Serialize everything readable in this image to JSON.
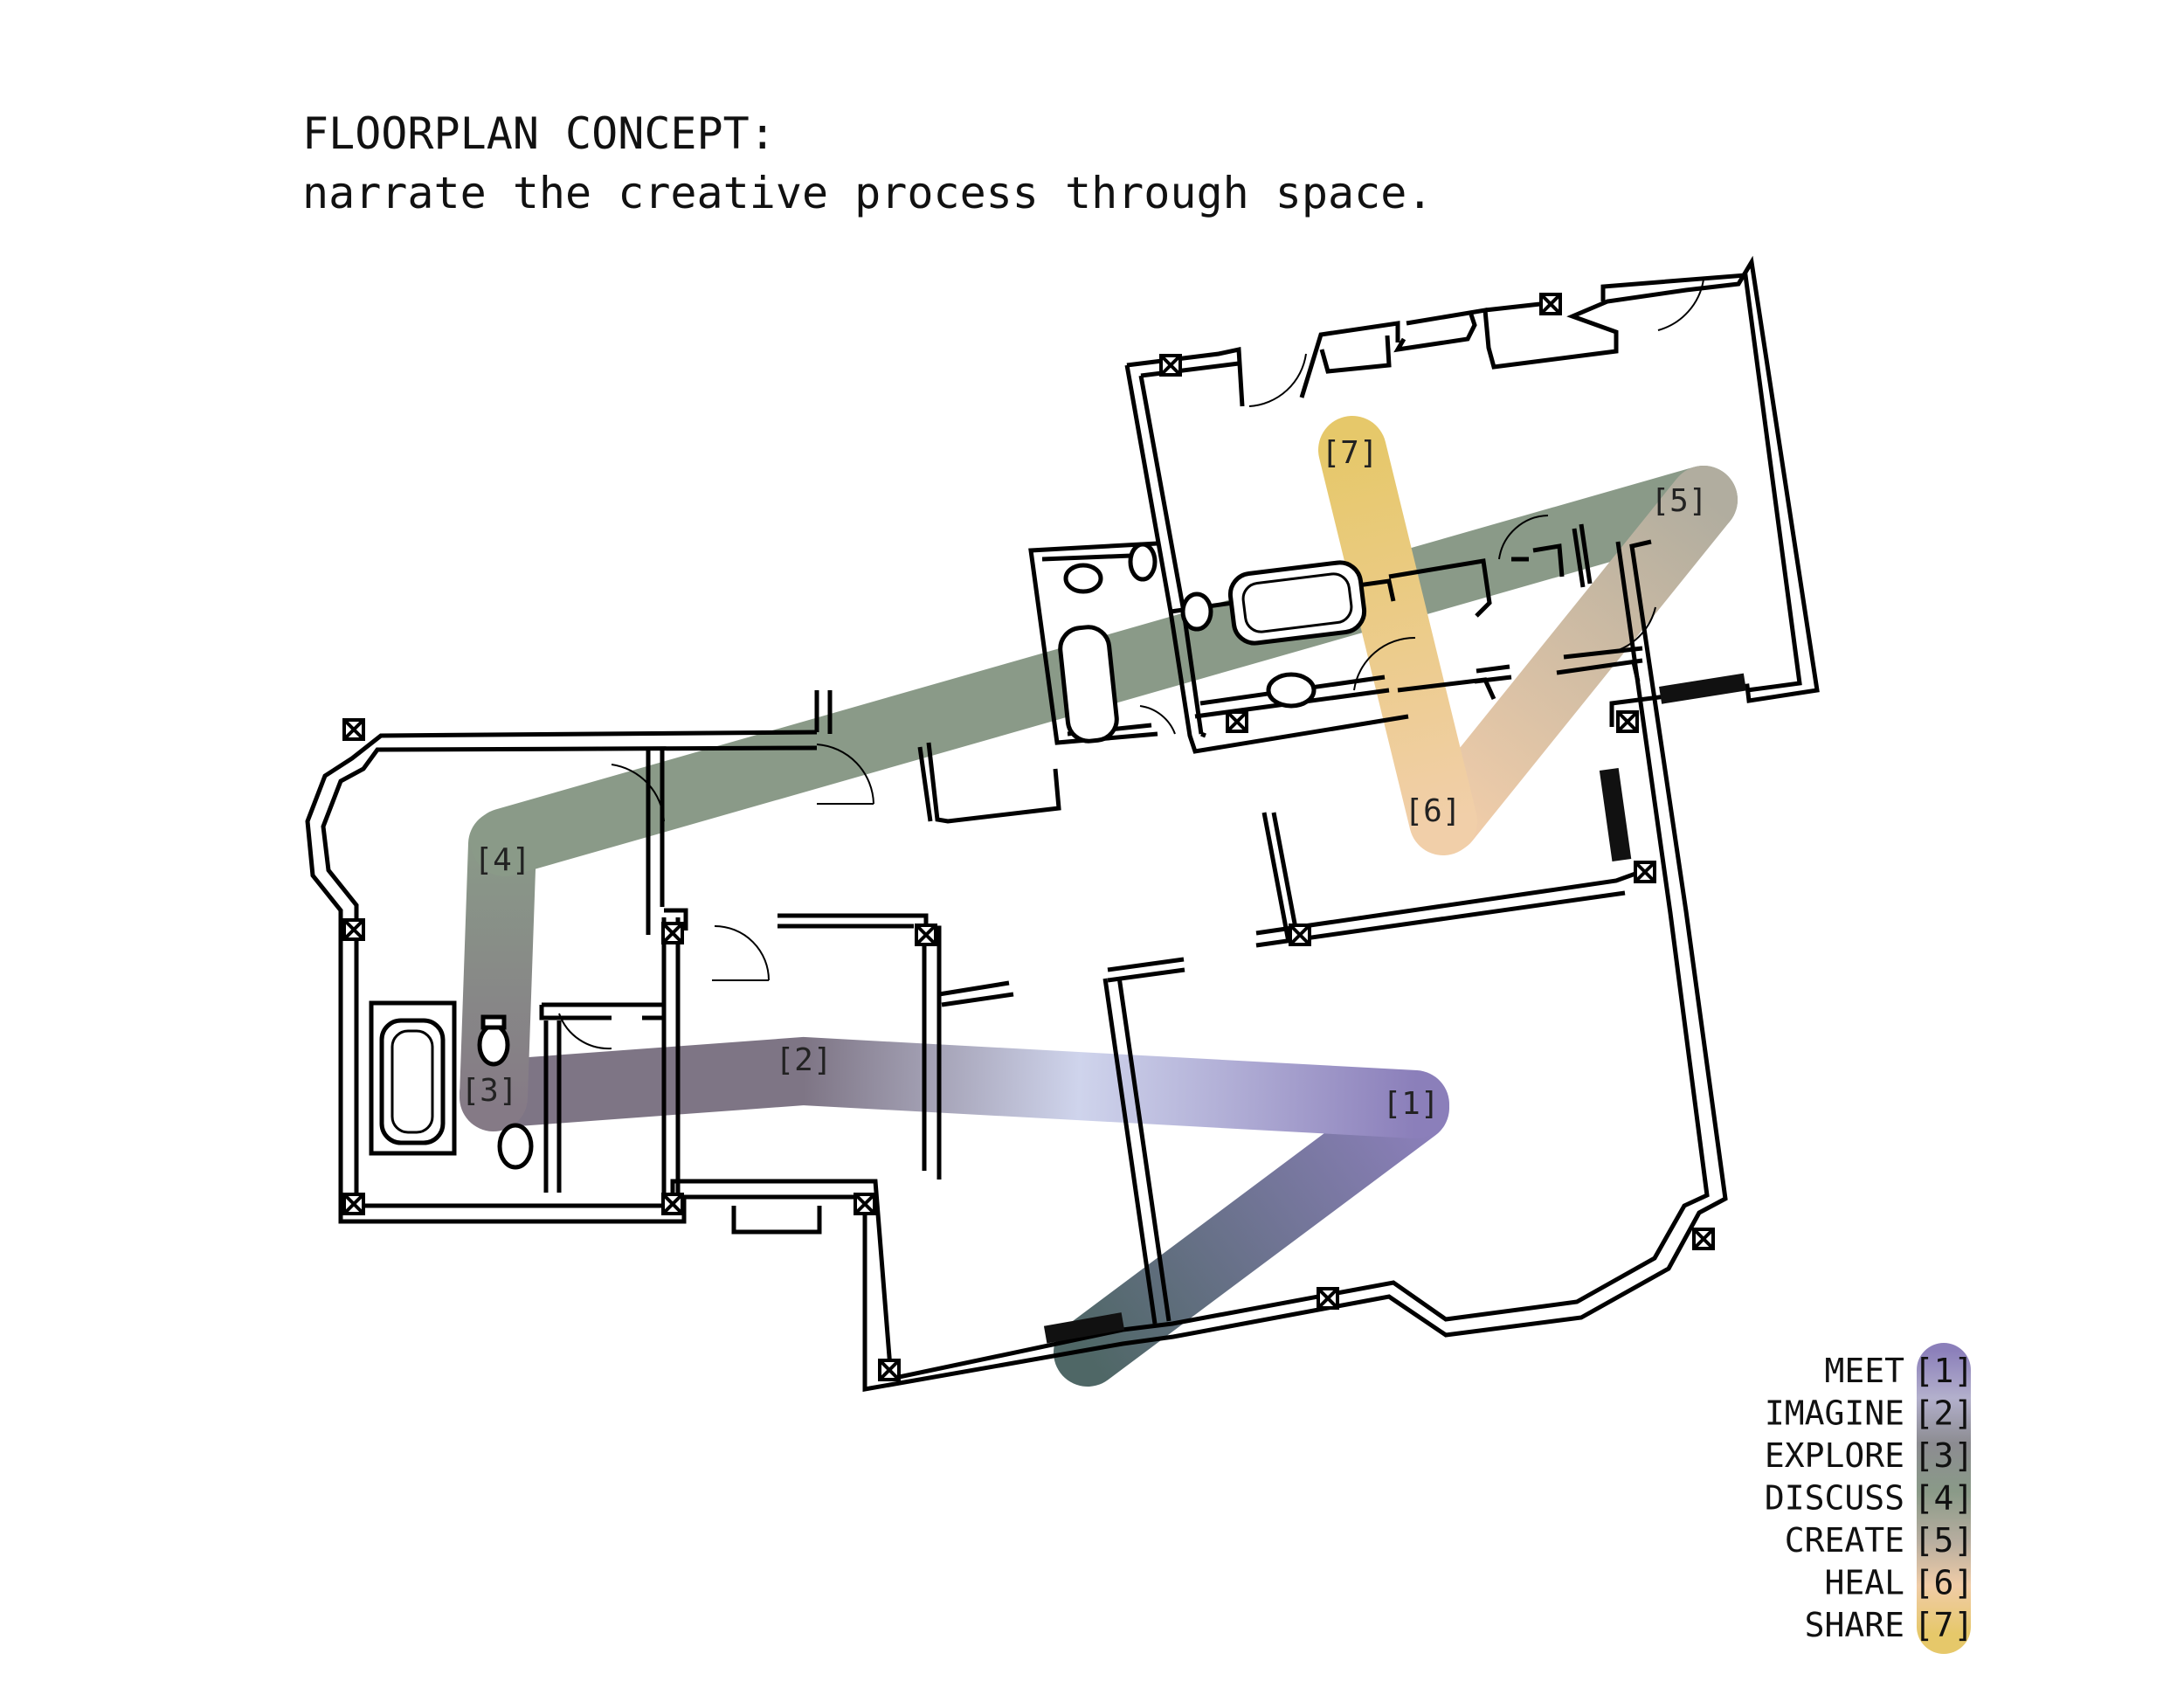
{
  "header": {
    "title": "FLOORPLAN CONCEPT:",
    "subtitle": "narrate the creative process through space."
  },
  "route_markers": [
    {
      "id": "1",
      "label": "[1]"
    },
    {
      "id": "2",
      "label": "[2]"
    },
    {
      "id": "3",
      "label": "[3]"
    },
    {
      "id": "4",
      "label": "[4]"
    },
    {
      "id": "5",
      "label": "[5]"
    },
    {
      "id": "6",
      "label": "[6]"
    },
    {
      "id": "7",
      "label": "[7]"
    }
  ],
  "legend": {
    "items": [
      {
        "name": "MEET",
        "tag": "[1]"
      },
      {
        "name": "IMAGINE",
        "tag": "[2]"
      },
      {
        "name": "EXPLORE",
        "tag": "[3]"
      },
      {
        "name": "DISCUSS",
        "tag": "[4]"
      },
      {
        "name": "CREATE",
        "tag": "[5]"
      },
      {
        "name": "HEAL",
        "tag": "[6]"
      },
      {
        "name": "SHARE",
        "tag": "[7]"
      }
    ]
  },
  "colors": {
    "meet": "#8b7fba",
    "imagine": "#cdd2ea",
    "explore": "#8a8090",
    "discuss": "#8a9a88",
    "create": "#b8ad9e",
    "heal": "#f0c9a6",
    "share": "#e6c86a",
    "start": "#4f6766",
    "line": "#000000"
  }
}
